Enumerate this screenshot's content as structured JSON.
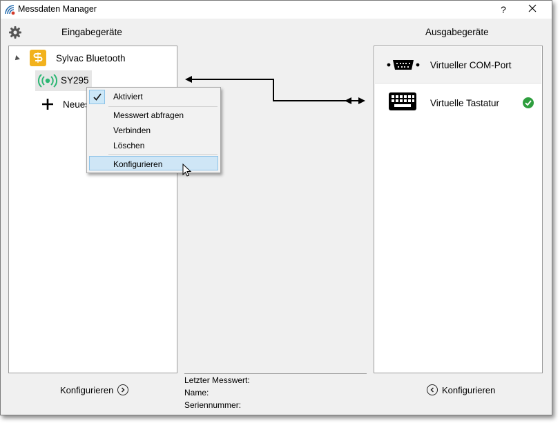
{
  "window": {
    "title": "Messdaten Manager",
    "help_label": "?",
    "close_label": "✕"
  },
  "inputs": {
    "header": "Eingabegeräte",
    "tree": {
      "root_label": "Sylvac Bluetooth",
      "device_label": "SY295",
      "new_label": "Neues"
    },
    "configure_label": "Konfigurieren"
  },
  "context_menu": {
    "items": [
      {
        "label": "Aktiviert",
        "checked": true
      },
      {
        "label": "Messwert abfragen"
      },
      {
        "label": "Verbinden"
      },
      {
        "label": "Löschen"
      },
      {
        "label": "Konfigurieren",
        "highlighted": true
      }
    ]
  },
  "outputs": {
    "header": "Ausgabegeräte",
    "items": [
      {
        "label": "Virtueller COM-Port",
        "icon": "serial-port-icon",
        "selected": true
      },
      {
        "label": "Virtuelle Tastatur",
        "icon": "keyboard-icon",
        "active": true
      }
    ],
    "configure_label": "Konfigurieren"
  },
  "info": {
    "last_value_label": "Letzter Messwert:",
    "name_label": "Name:",
    "serial_label": "Seriennummer:"
  },
  "colors": {
    "accent_green": "#2e9e3e",
    "sylvac_yellow": "#f2b21d",
    "signal_green": "#2bb673",
    "highlight": "#cfe6f6"
  }
}
